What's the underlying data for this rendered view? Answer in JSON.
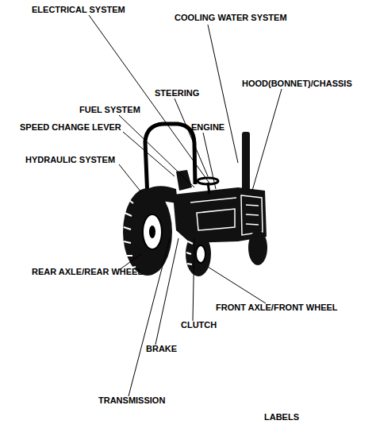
{
  "diagram": {
    "labels": [
      "ELECTRICAL SYSTEM",
      "COOLING WATER SYSTEM",
      "STEERING",
      "HOOD(BONNET)/CHASSIS",
      "FUEL SYSTEM",
      "ENGINE",
      "SPEED CHANGE LEVER",
      "HYDRAULIC SYSTEM",
      "REAR AXLE/REAR WHEEL",
      "FRONT AXLE/FRONT WHEEL",
      "CLUTCH",
      "BRAKE",
      "TRANSMISSION",
      "LABELS"
    ]
  }
}
